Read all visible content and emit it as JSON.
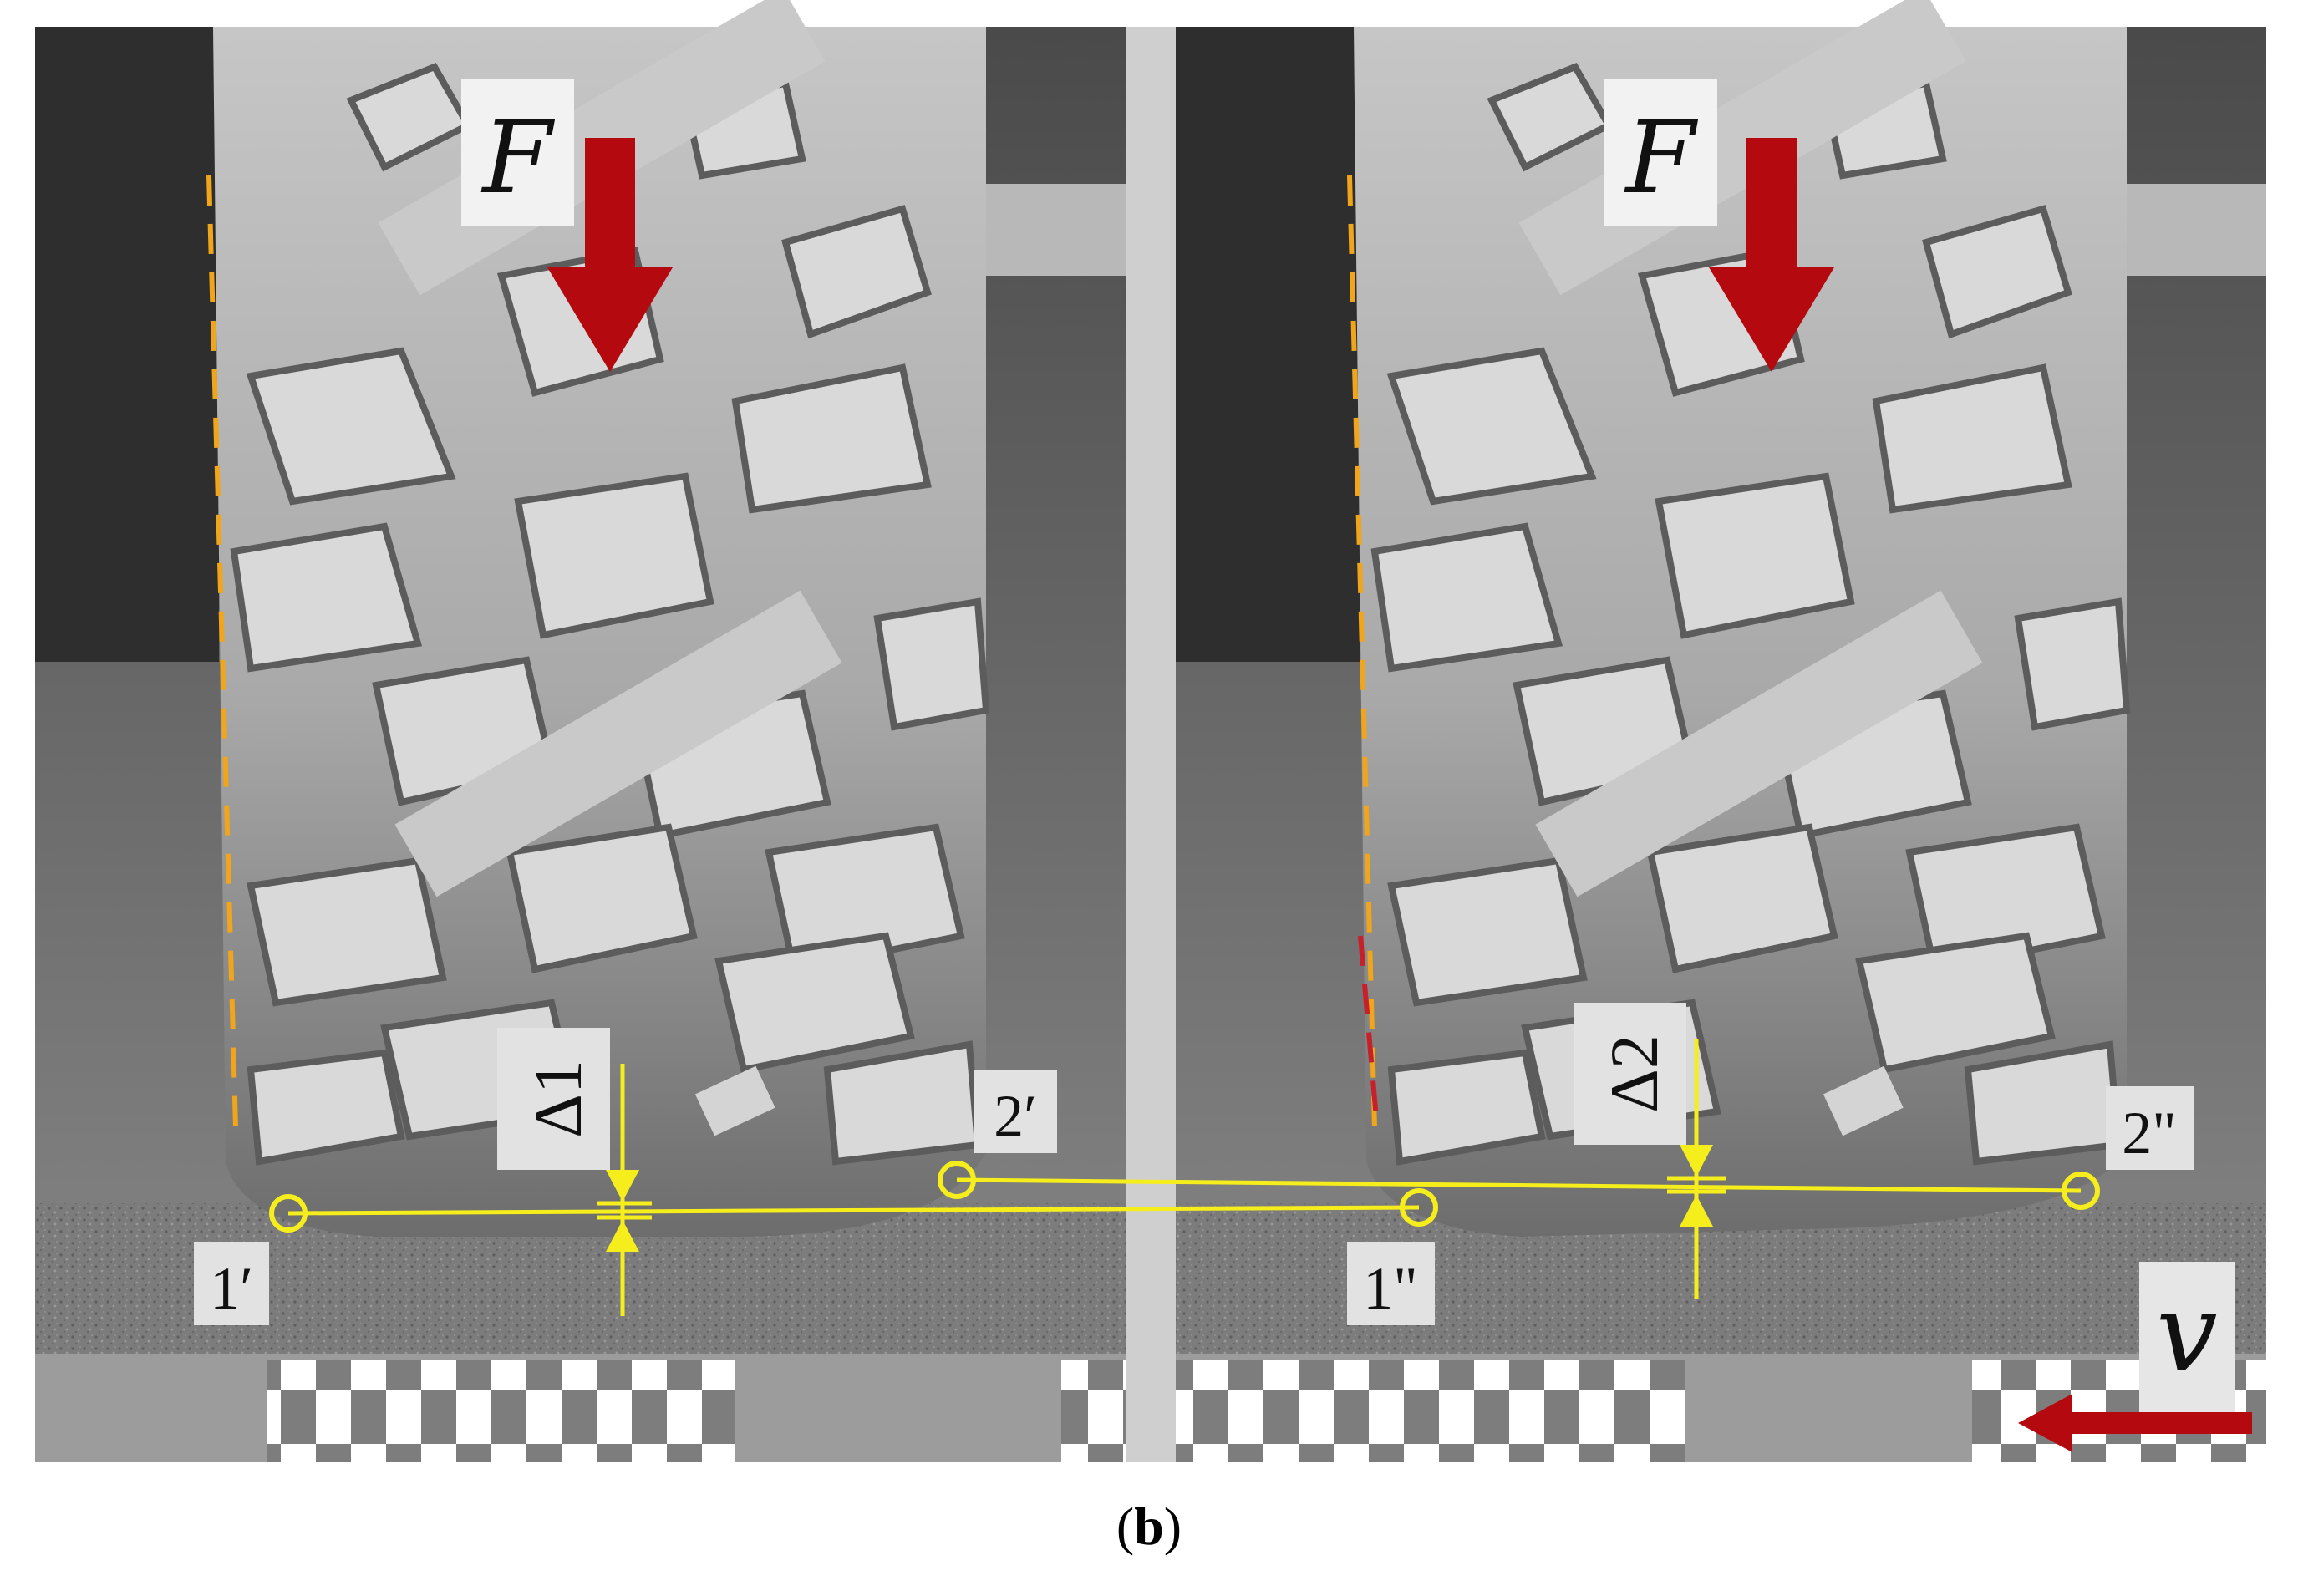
{
  "figure": {
    "force_label": "F",
    "velocity_label": "v",
    "left_panel": {
      "delta_label": "Δ1",
      "point_a_label": "1′",
      "point_b_label": "2′"
    },
    "right_panel": {
      "delta_label": "Δ2",
      "point_a_label": "1\"",
      "point_b_label": "2\""
    },
    "colors": {
      "guide_line": "#f5ee1c",
      "arrow": "#b3090f",
      "dashed_edge": "#f0a51a",
      "background": "#ffffff"
    }
  },
  "caption": {
    "open": "(",
    "letter": "b",
    "close": ")"
  }
}
